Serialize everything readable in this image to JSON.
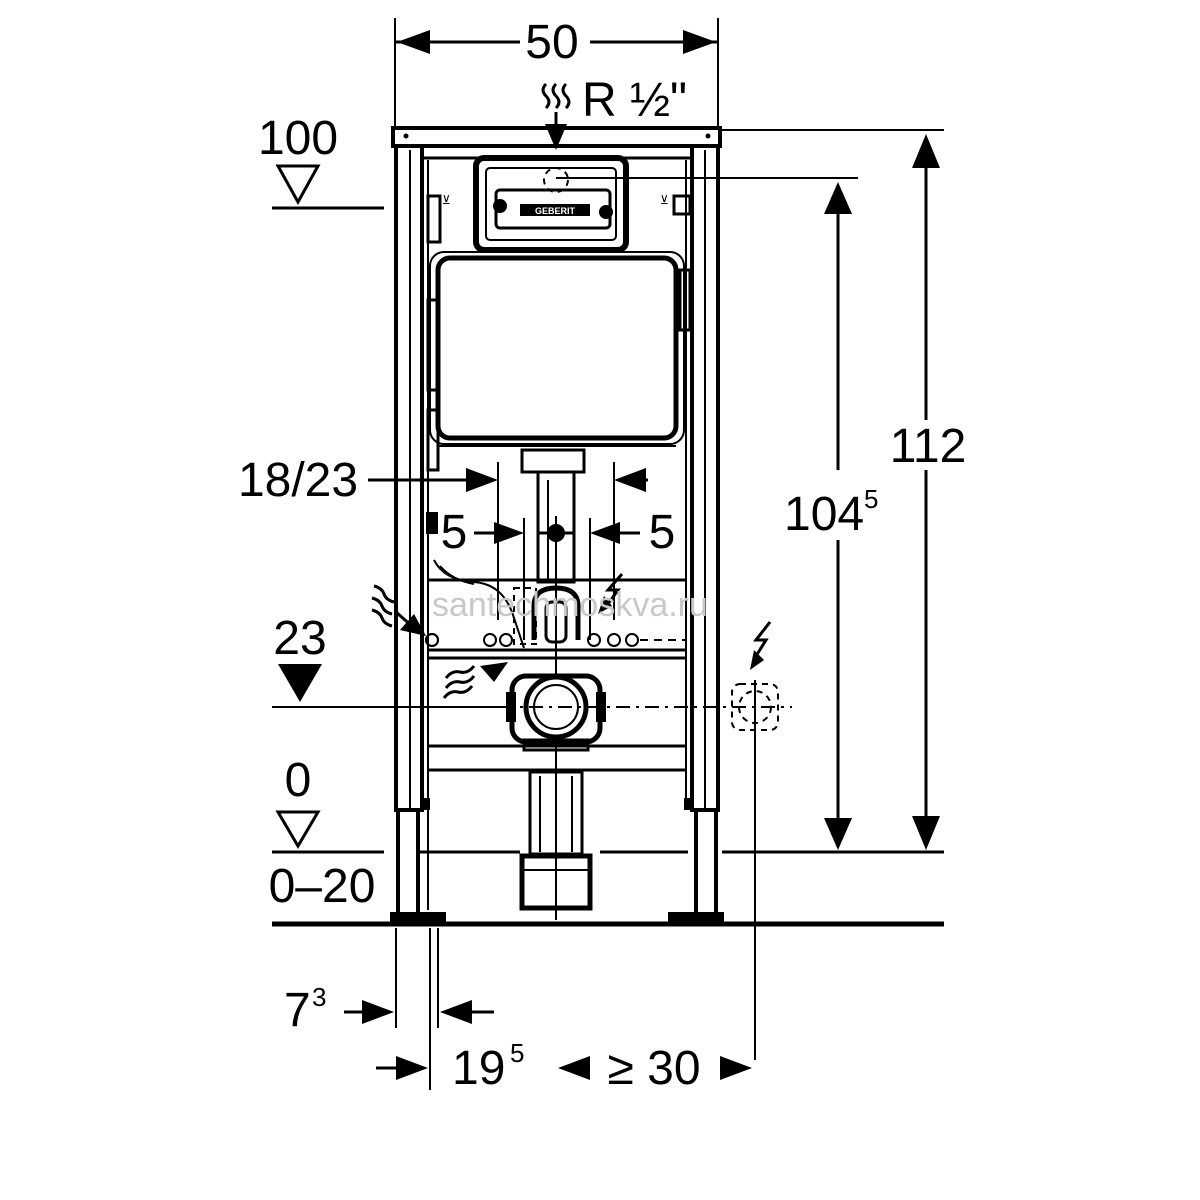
{
  "diagram": {
    "brand": "GEBERIT",
    "watermark": "santechmoskva.ru",
    "labels": {
      "width": "50",
      "water_connection": "R ½\"",
      "top_level": "100",
      "height_total": "112",
      "height_to_flush": "104",
      "height_to_flush_sup": "5",
      "flush_offset": "18/23",
      "left_offset": "5",
      "right_offset": "5",
      "side_level": "23",
      "floor_level": "0",
      "floor_range": "0–20",
      "foot_offset": "7",
      "foot_offset_sup": "3",
      "depth_offset": "19",
      "depth_offset_sup": "5",
      "min_distance": "≥ 30"
    },
    "icons": {
      "water_supply": "water-wave-icon",
      "electric": "lightning-icon"
    }
  }
}
